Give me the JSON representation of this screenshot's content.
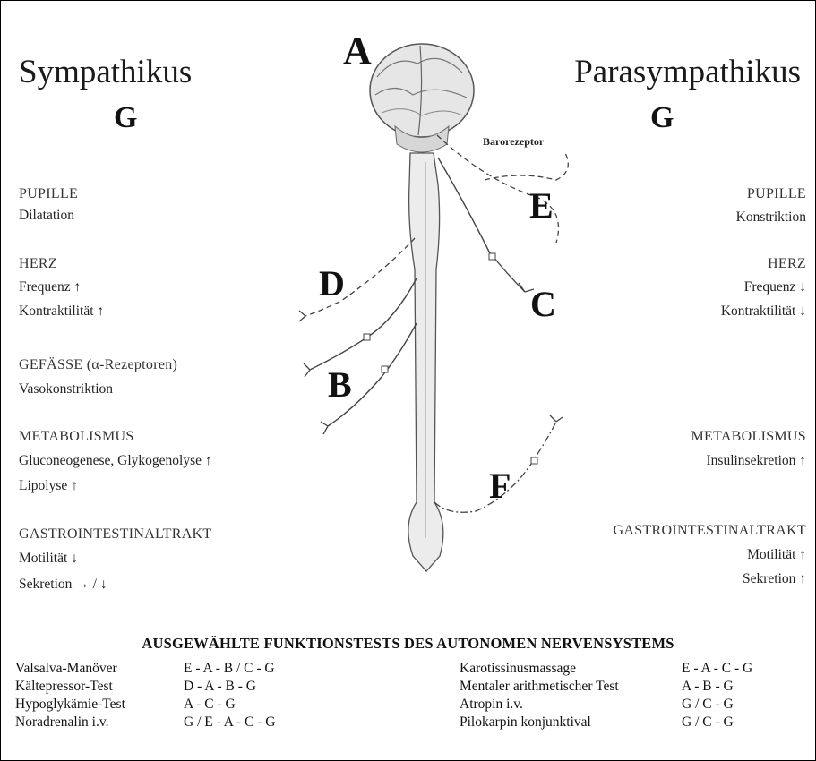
{
  "header": {
    "left_title": "Sympathikus",
    "right_title": "Parasympathikus",
    "left_g": "G",
    "right_g": "G",
    "brain_letter": "A",
    "baroreceptor_label": "Barorezeptor"
  },
  "nerve_letters": {
    "b": "B",
    "c": "C",
    "d": "D",
    "e": "E",
    "f": "F"
  },
  "sympathikus": [
    {
      "organ": "PUPILLE",
      "effects": [
        "Dilatation"
      ]
    },
    {
      "organ": "HERZ",
      "effects": [
        "Frequenz ↑",
        "Kontraktilität ↑"
      ]
    },
    {
      "organ": "GEFÄSSE (α-Rezeptoren)",
      "effects": [
        "Vasokonstriktion"
      ]
    },
    {
      "organ": "METABOLISMUS",
      "effects": [
        "Gluconeogenese, Glykogenolyse ↑",
        "Lipolyse ↑"
      ]
    },
    {
      "organ": "GASTROINTESTINALTRAKT",
      "effects": [
        "Motilität ↓",
        "Sekretion → / ↓"
      ]
    }
  ],
  "parasympathikus": [
    {
      "organ": "PUPILLE",
      "effects": [
        "Konstriktion"
      ]
    },
    {
      "organ": "HERZ",
      "effects": [
        "Frequenz ↓",
        "Kontraktilität ↓"
      ]
    },
    {
      "organ": "METABOLISMUS",
      "effects": [
        "Insulinsekretion ↑"
      ]
    },
    {
      "organ": "GASTROINTESTINALTRAKT",
      "effects": [
        "Motilität ↑",
        "Sekretion ↑"
      ]
    }
  ],
  "tests": {
    "title": "AUSGEWÄHLTE FUNKTIONSTESTS DES AUTONOMEN NERVENSYSTEMS",
    "left": [
      {
        "name": "Valsalva-Manöver",
        "sequence": "E - A - B / C - G"
      },
      {
        "name": "Kältepressor-Test",
        "sequence": "D - A - B - G"
      },
      {
        "name": "Hypoglykämie-Test",
        "sequence": "A - C - G"
      },
      {
        "name": "Noradrenalin i.v.",
        "sequence": "G / E - A - C - G"
      }
    ],
    "right": [
      {
        "name": "Karotissinusmassage",
        "sequence": "E - A - C - G"
      },
      {
        "name": "Mentaler arithmetischer Test",
        "sequence": "A - B - G"
      },
      {
        "name": "Atropin i.v.",
        "sequence": "G / C - G"
      },
      {
        "name": "Pilokarpin konjunktival",
        "sequence": "G / C - G"
      }
    ]
  }
}
